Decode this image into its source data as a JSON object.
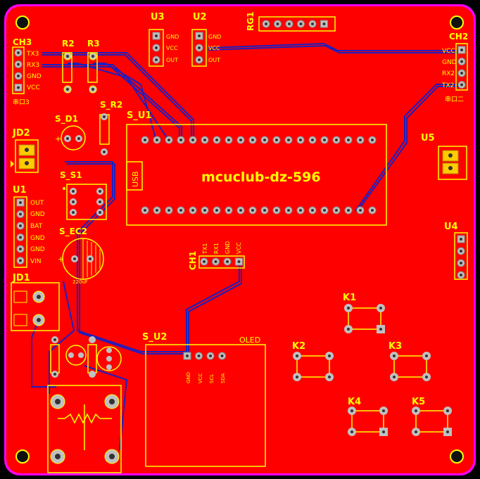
{
  "board": {
    "title": "mcuclub-dz-596",
    "colors": {
      "copper": "#ff0000",
      "outline": "#ff00ff",
      "silk": "#ffff00",
      "trace": "#2020c0",
      "pad": "#c0c0c0"
    }
  },
  "labels": {
    "ch3": "CH3",
    "ch3_pins": [
      "TX3",
      "RX3",
      "GND",
      "VCC"
    ],
    "ch3_sub": "串口3",
    "r2": "R2",
    "r3": "R3",
    "u3": "U3",
    "u3_pins": [
      "GND",
      "VCC",
      "OUT"
    ],
    "u2": "U2",
    "u2_pins": [
      "GND",
      "VCC",
      "OUT"
    ],
    "rg1": "RG1",
    "ch2": "CH2",
    "ch2_pins": [
      "VCC",
      "GND",
      "RX2",
      "TX2"
    ],
    "ch2_sub": "串口二",
    "s_d1": "S_D1",
    "s_r2": "S_R2",
    "s_u1": "S_U1",
    "usb": "USB",
    "jd2": "JD2",
    "s_s1": "S_S1",
    "u5": "U5",
    "u1": "U1",
    "u1_pins": [
      "OUT",
      "GND",
      "BAT",
      "GND",
      "GND",
      "VIN"
    ],
    "s_ec2": "S_EC2",
    "ec_val": "220uF",
    "u4": "U4",
    "ch1": "CH1",
    "ch1_pins": [
      "TX1",
      "RX1",
      "GND",
      "VCC"
    ],
    "jd1": "JD1",
    "k1": "K1",
    "k2": "K2",
    "k3": "K3",
    "k4": "K4",
    "k5": "K5",
    "s_u2": "S_U2",
    "oled": "OLED",
    "oled_pins": [
      "GND",
      "VCC",
      "SCL",
      "SDA"
    ]
  }
}
